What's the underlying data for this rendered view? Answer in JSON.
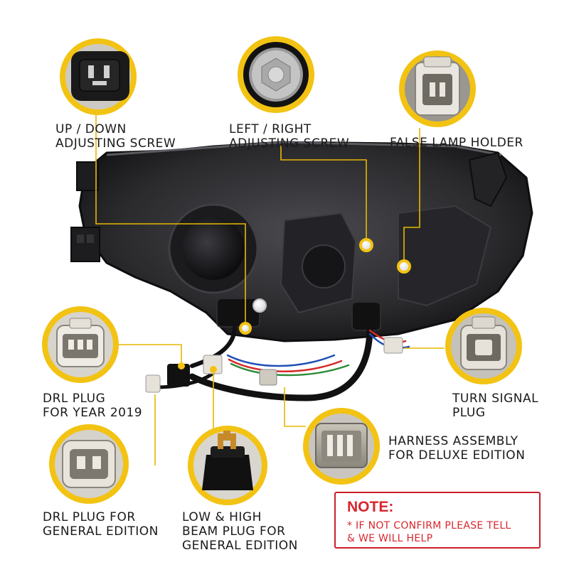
{
  "colors": {
    "accent": "#f2c313",
    "callout_line": "#e8b800",
    "note_red": "#d8262e",
    "housing": "#2b2b2e"
  },
  "labels": {
    "up_down": [
      "UP / DOWN",
      "ADJUSTING SCREW"
    ],
    "left_right": [
      "LEFT / RIGHT",
      "ADJUSTING SCREW"
    ],
    "false_lamp": [
      "FALSE LAMP HOLDER"
    ],
    "drl_2019": [
      "DRL PLUG",
      "FOR YEAR 2019"
    ],
    "turn_signal": [
      "TURN SIGNAL",
      "PLUG"
    ],
    "harness": [
      "HARNESS ASSEMBLY",
      "FOR DELUXE EDITION"
    ],
    "drl_general": [
      "DRL PLUG FOR",
      "GENERAL EDITION"
    ],
    "low_high": [
      "LOW & HIGH",
      "BEAM PLUG FOR",
      "GENERAL EDITION"
    ]
  },
  "note": {
    "title": "NOTE:",
    "line1": "* IF NOT CONFIRM PLEASE TELL",
    "line2": "& WE WILL HELP"
  },
  "icons": [
    "connector-2pin-icon",
    "adjusting-screw-icon",
    "false-lamp-holder-icon",
    "connector-3pin-icon",
    "connector-4pin-icon",
    "bulb-socket-icon"
  ]
}
